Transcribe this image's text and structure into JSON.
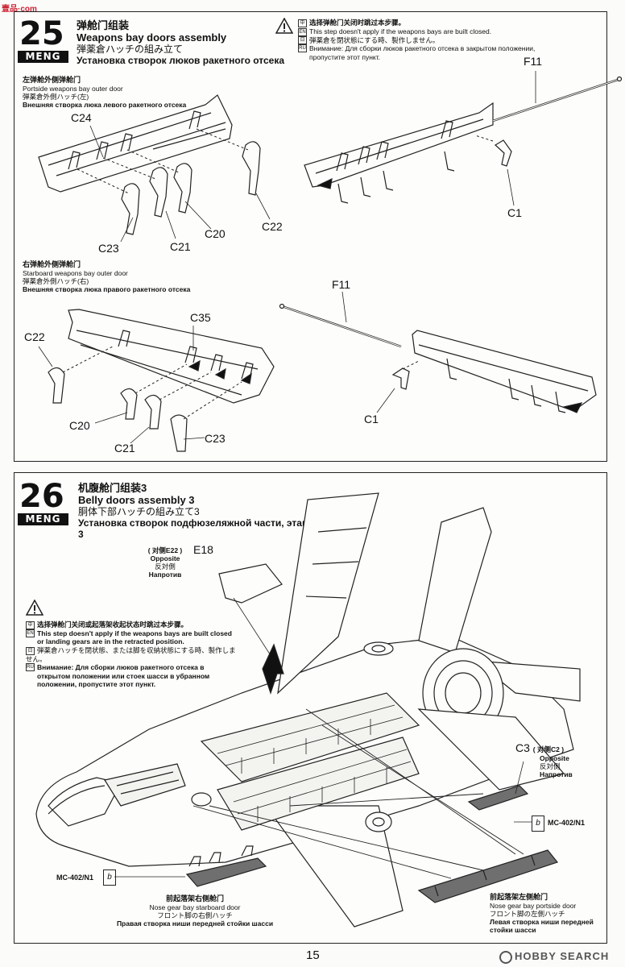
{
  "watermark": "壹品·com",
  "step25": {
    "number": "25",
    "brand": "MENG",
    "title_zh": "弹舱门组装",
    "title_en": "Weapons bay doors assembly",
    "title_ja": "弾薬倉ハッチの組み立て",
    "title_ru": "Установка створок люков ракетного отсека",
    "note": {
      "zh": "选择弹舱门关闭时跳过本步骤。",
      "en": "This step doesn't apply if the weapons bays are built closed.",
      "ja": "弾薬倉を閉状態にする時、製作しません。",
      "ru": "Внимание: Для сборки люков ракетного отсека в закрытом положении, пропустите этот пункт."
    },
    "sub_port": {
      "zh": "左弹舱外侧弹舱门",
      "en": "Portside weapons bay outer door",
      "ja": "弾薬倉外側ハッチ(左)",
      "ru": "Внешняя створка люка левого ракетного отсека"
    },
    "sub_starboard": {
      "zh": "右弹舱外侧弹舱门",
      "en": "Starboard weapons bay outer door",
      "ja": "弾薬倉外側ハッチ(右)",
      "ru": "Внешняя створка люка правого ракетного отсека"
    },
    "parts": {
      "c24": "C24",
      "c23a": "C23",
      "c21a": "C21",
      "c20a": "C20",
      "c22a": "C22",
      "f11a": "F11",
      "c1a": "C1",
      "c22b": "C22",
      "c35": "C35",
      "c20b": "C20",
      "c21b": "C21",
      "c23b": "C23",
      "f11b": "F11",
      "c1b": "C1"
    }
  },
  "step26": {
    "number": "26",
    "brand": "MENG",
    "title_zh": "机腹舱门组装3",
    "title_en": "Belly doors assembly 3",
    "title_ja": "胴体下部ハッチの組み立て3",
    "title_ru": "Установка створок подфюзеляжной части, этап 3",
    "e18": {
      "part": "E18",
      "opp_zh": "( 对侧E22 )",
      "opp_en": "Opposite",
      "opp_ja": "反対側",
      "opp_ru": "Напротив"
    },
    "note": {
      "zh": "选择弹舱门关闭或起落架收起状态时跳过本步骤。",
      "en": "This step doesn't apply if the weapons bays are built closed or landing gears are in the retracted position.",
      "ja": "弾薬倉ハッチを閉状態、または脚を収納状態にする時、製作しません。",
      "ru": "Внимание: Для сборки люков ракетного отсека в открытом положении или стоек шасси в убранном положении, пропустите этот пункт."
    },
    "c3": {
      "part": "C3",
      "opp_zh": "( 对侧C2 )",
      "opp_en": "Opposite",
      "opp_ja": "反対側",
      "opp_ru": "Напротив"
    },
    "paint_right": "MC-402/N1",
    "paint_left": "MC-402/N1",
    "nose_starboard": {
      "zh": "前起落架右侧舱门",
      "en": "Nose gear bay starboard door",
      "ja": "フロント脚の右側ハッチ",
      "ru": "Правая створка ниши передней стойки шасси"
    },
    "nose_port": {
      "zh": "前起落架左侧舱门",
      "en": "Nose gear bay portside door",
      "ja": "フロント脚の左側ハッチ",
      "ru": "Левая створка ниши передней стойки шасси"
    }
  },
  "page_number": "15",
  "hobby_search": "HOBBY SEARCH",
  "colors": {
    "ink": "#111111",
    "paper": "#fbfbf9",
    "part_gray": "#6f6f6f"
  }
}
